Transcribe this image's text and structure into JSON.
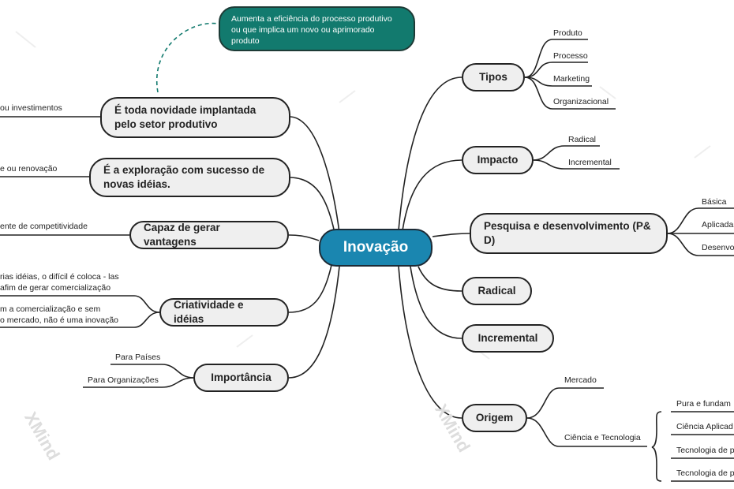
{
  "central": "Inovação",
  "callout": "Aumenta a eficiência do processo produtivo ou que implica um novo ou aprimorado produto",
  "left": [
    {
      "label": "É toda novidade implantada pelo setor produtivo",
      "leaves": [
        "ou investimentos"
      ]
    },
    {
      "label": "É a exploração com sucesso de novas idéias.",
      "leaves": [
        "e ou renovação"
      ]
    },
    {
      "label": "Capaz de gerar vantagens",
      "leaves": [
        "ente de competitividade"
      ]
    },
    {
      "label": "Criatividade e idéias",
      "leaves": [
        "rias idéias, o difícil é coloca - las",
        "afim de gerar comercialização",
        "m a comercialização  e sem",
        "o mercado, não é uma inovação"
      ]
    },
    {
      "label": "Importância",
      "leaves": [
        "Para Países",
        "Para Organizações"
      ]
    }
  ],
  "right": [
    {
      "label": "Tipos",
      "leaves": [
        "Produto",
        "Processo",
        "Marketing",
        "Organizacional"
      ]
    },
    {
      "label": "Impacto",
      "leaves": [
        "Radical",
        "Incremental"
      ]
    },
    {
      "label": "Pesquisa e desenvolvimento (P& D)",
      "leaves": [
        "Básica",
        "Aplicada",
        "Desenvo"
      ]
    },
    {
      "label": "Radical"
    },
    {
      "label": "Incremental"
    },
    {
      "label": "Origem",
      "leaves": [
        "Mercado",
        "Ciência e Tecnologia"
      ],
      "subleaves": [
        "Pura  e fundam",
        "Ciência Aplicad",
        "Tecnologia de p",
        "Tecnologia de p"
      ]
    }
  ],
  "watermark": "XMind Evaluation Mode"
}
